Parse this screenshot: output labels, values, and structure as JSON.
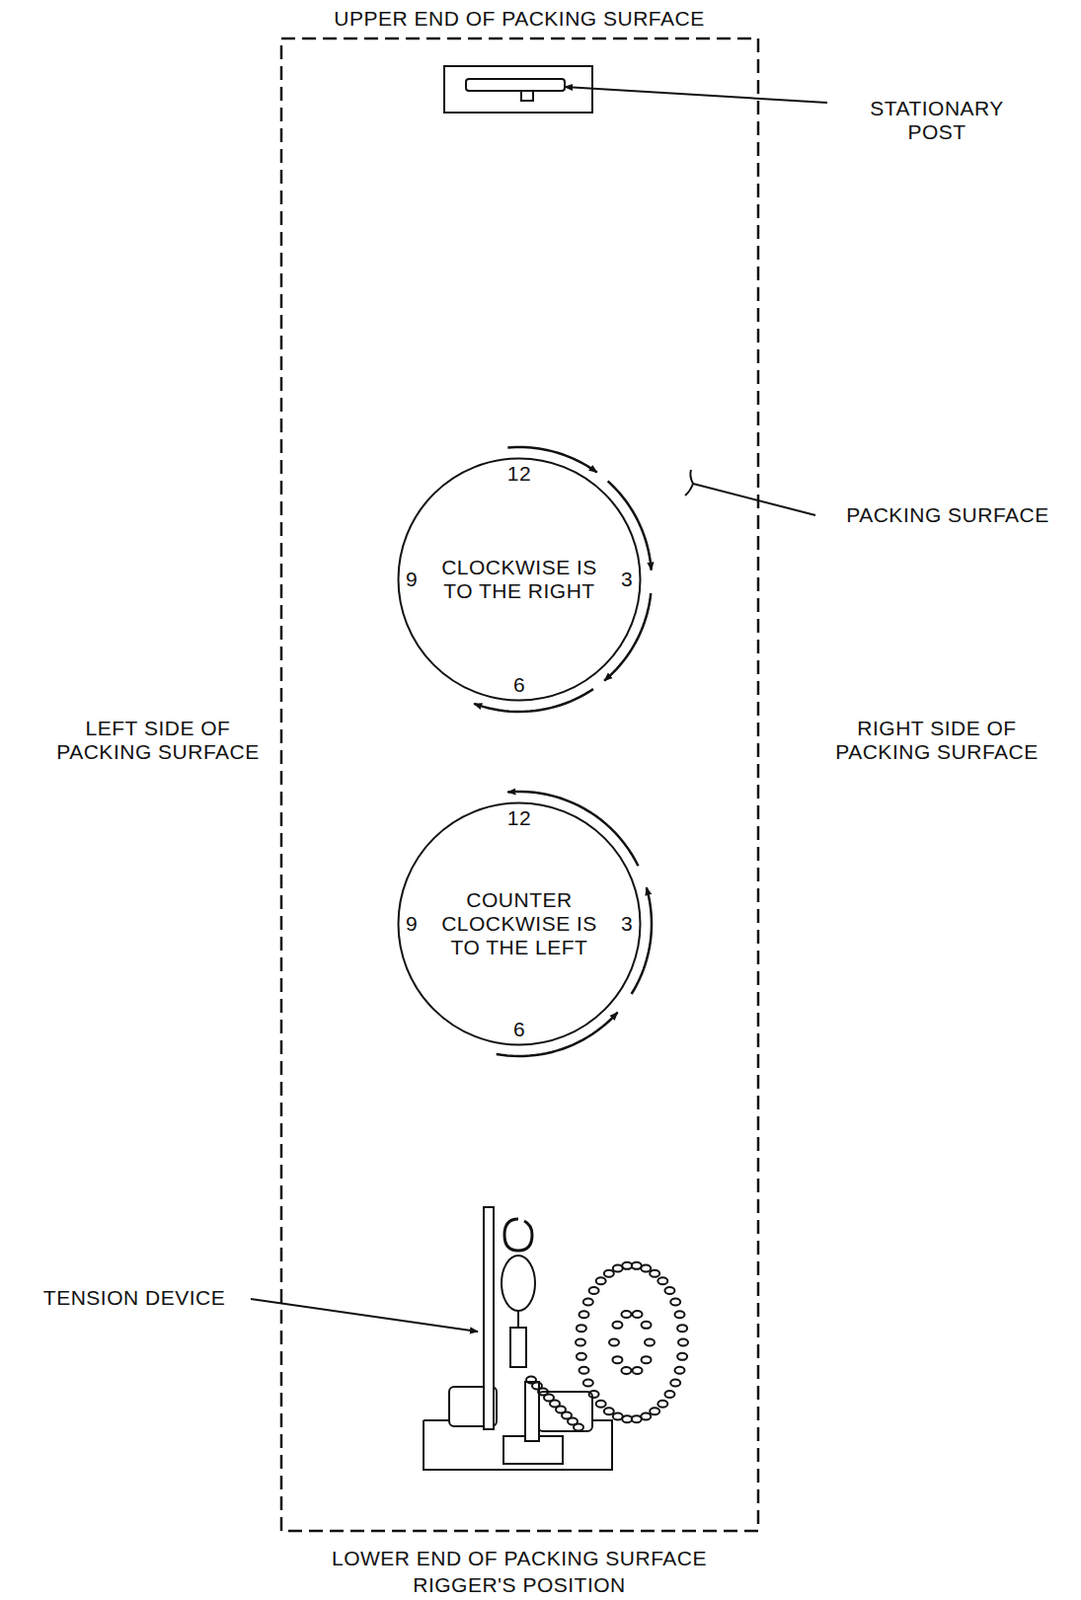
{
  "diagram": {
    "nodes": [
      {
        "text": [
          "12",
          "9",
          "CLOCKWISE IS TO THE RIGHT",
          "3",
          "6"
        ]
      },
      {
        "text": [
          "12",
          "9",
          "COUNTER CLOCKWISE IS TO THE LEFT",
          "3",
          "6"
        ]
      }
    ],
    "labels": [
      "UPPER END OF PACKING SURFACE",
      "STATIONARY POST",
      "PACKING SURFACE",
      "LEFT SIDE OF PACKING SURFACE",
      "RIGHT SIDE OF PACKING SURFACE",
      "TENSION DEVICE",
      "LOWER END OF PACKING SURFACE",
      "RIGGER'S POSITION"
    ]
  }
}
